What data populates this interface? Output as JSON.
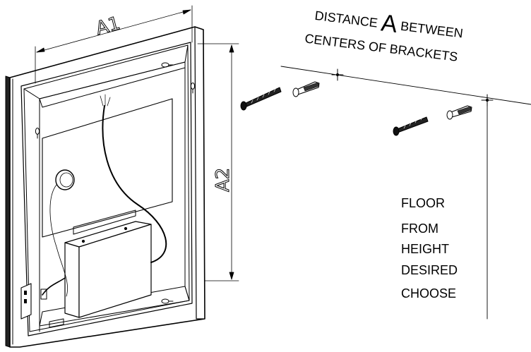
{
  "dimensions": {
    "width_label": "A1",
    "height_label": "A2"
  },
  "bracket_note": {
    "word_distance": "DISTANCE",
    "letter": "A",
    "word_between": "BETWEEN",
    "line2": "CENTERS OF BRACKETS"
  },
  "floor_note": {
    "lines": [
      "FLOOR",
      "FROM",
      "HEIGHT",
      "DESIRED",
      "CHOOSE"
    ]
  }
}
